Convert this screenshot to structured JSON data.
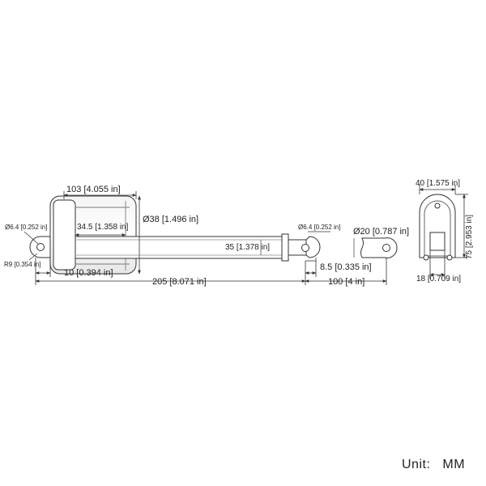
{
  "dimensions": {
    "overall_length": "205 [8.071 in]",
    "stroke": "100 [4 in]",
    "motor_length": "103 [4.055 in]",
    "motor_diameter": "Ø38 [1.496 in]",
    "motor_offset": "34.5 [1.358 in]",
    "rear_hole": "Ø6.4 [0.252 in]",
    "rear_radius": "R9 [0.354 in]",
    "rear_offset": "10 [0.394 in]",
    "tube_diameter": "35 [1.378 in]",
    "front_hole": "Ø6.4 [0.252 in]",
    "rod_diameter": "Ø20 [0.787 in]",
    "front_offset": "8.5 [0.335 in]",
    "end_width": "40 [1.575 in]",
    "end_height": "75 [2.953 in]",
    "end_base": "18 [0.709 in]"
  },
  "unit": {
    "label": "Unit:",
    "value": "MM"
  }
}
